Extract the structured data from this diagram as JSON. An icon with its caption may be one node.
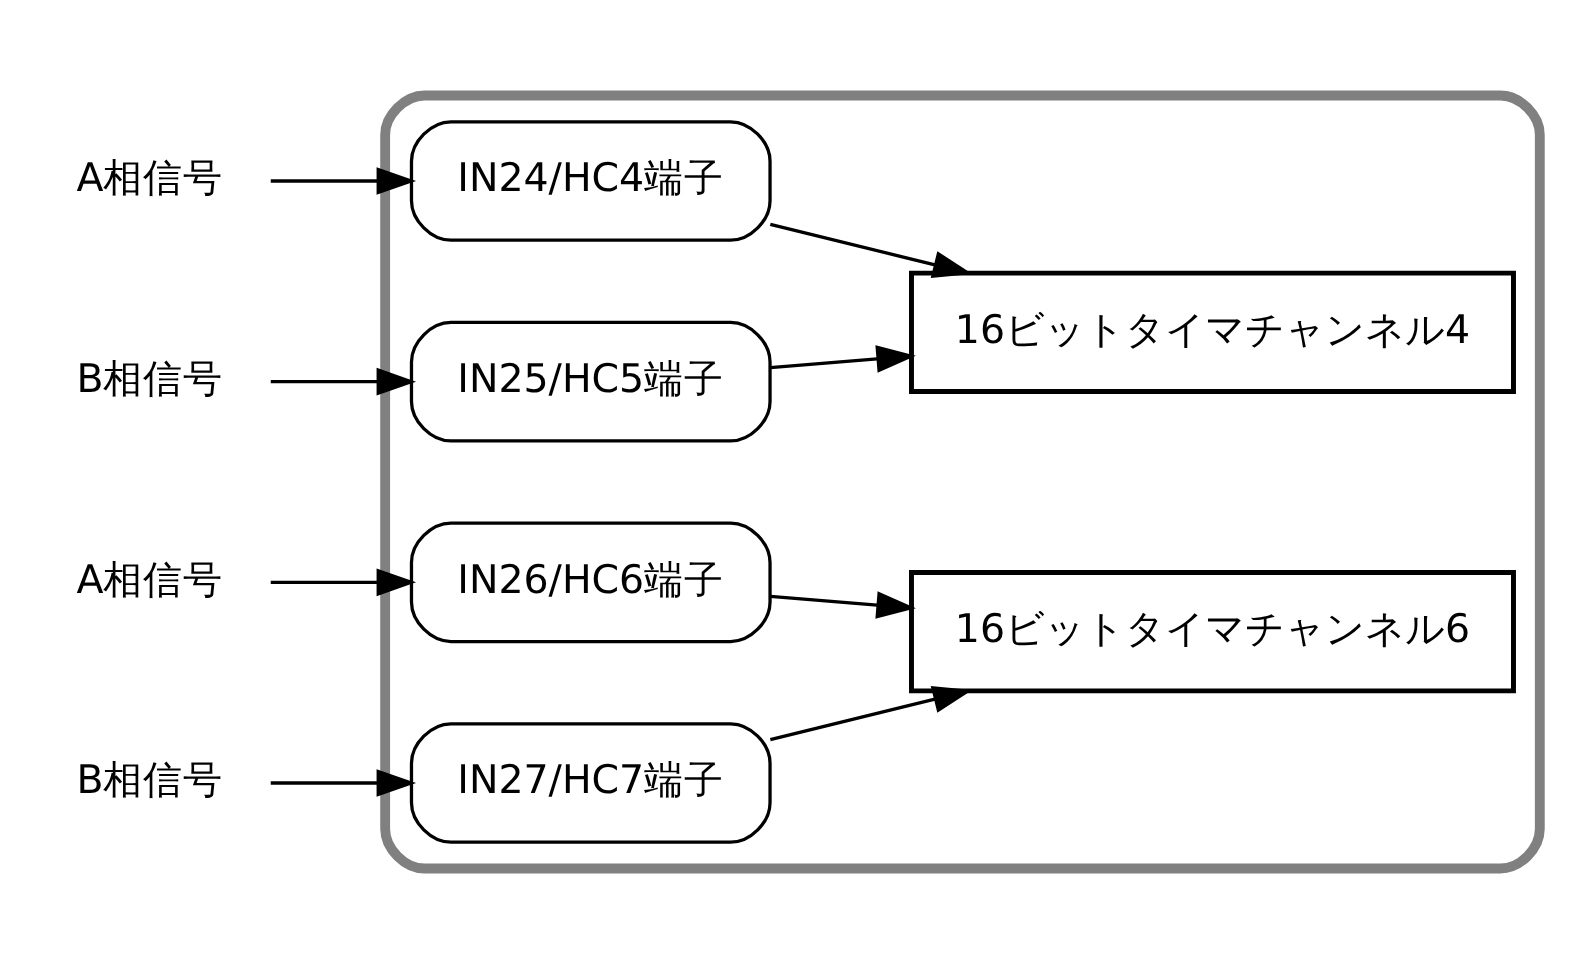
{
  "diagram": {
    "nodes": [
      {
        "text": [],
        "shape": "box"
      },
      {
        "text": [
          "A相信号"
        ]
      },
      {
        "text": [
          "B相信号"
        ]
      },
      {
        "text": [
          "A相信号"
        ]
      },
      {
        "text": [
          "B相信号"
        ]
      },
      {
        "text": [
          "IN24/HC4端子"
        ],
        "in": 0
      },
      {
        "text": [
          "IN25/HC5端子"
        ],
        "in": 0
      },
      {
        "text": [
          "16ビットタイマチャンネル4"
        ],
        "in": 0
      },
      {
        "text": [
          "IN26/HC6端子"
        ],
        "in": 0
      },
      {
        "text": [
          "IN27/HC7端子"
        ],
        "in": 0
      },
      {
        "text": [
          "16ビットタイマチャンネル6"
        ],
        "in": 0
      }
    ],
    "edges": [
      {
        "from": 1,
        "to": 5,
        "arrow": "to"
      },
      {
        "from": 2,
        "to": 6,
        "arrow": "to"
      },
      {
        "from": 5,
        "to": 7,
        "arrow": "to"
      },
      {
        "from": 6,
        "to": 7,
        "arrow": "to"
      },
      {
        "from": 3,
        "to": 8,
        "arrow": "to"
      },
      {
        "from": 4,
        "to": 9,
        "arrow": "to"
      },
      {
        "from": 8,
        "to": 10,
        "arrow": "to"
      },
      {
        "from": 9,
        "to": 10,
        "arrow": "to"
      }
    ]
  }
}
